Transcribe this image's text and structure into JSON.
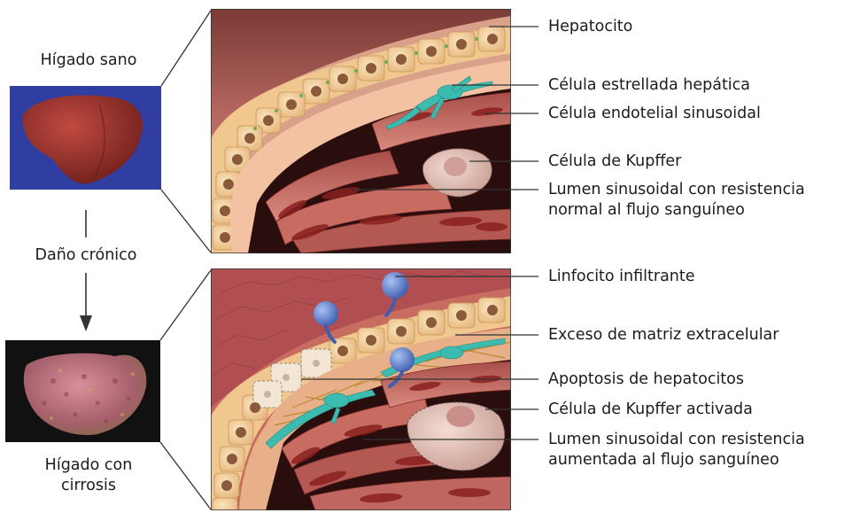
{
  "left": {
    "healthy_title": "Hígado sano",
    "damage_label": "Daño crónico",
    "cirrhosis_title_line1": "Hígado con",
    "cirrhosis_title_line2": "cirrosis"
  },
  "top_panel": {
    "labels": [
      {
        "text": "Hepatocito"
      },
      {
        "text": "Célula estrellada hepática"
      },
      {
        "text": "Célula endotelial sinusoidal"
      },
      {
        "text": "Célula de Kupffer"
      },
      {
        "text": "Lumen sinusoidal con resistencia"
      },
      {
        "text": "normal al flujo sanguíneo"
      }
    ]
  },
  "bottom_panel": {
    "labels": [
      {
        "text": "Linfocito infiltrante"
      },
      {
        "text": "Exceso de matriz extracelular"
      },
      {
        "text": "Apoptosis de hepatocitos"
      },
      {
        "text": "Célula de Kupffer activada"
      },
      {
        "text": "Lumen sinusoidal con resistencia"
      },
      {
        "text": "aumentada al flujo sanguíneo"
      }
    ]
  },
  "colors": {
    "healthy_bg": "#2f3ea0",
    "cirrhosis_bg": "#111111",
    "healthy_liver": "#8e2a26",
    "cirrhotic_liver": "#a8606a",
    "hepatocyte": "#f3d3a0",
    "nucleus": "#8a5a3a",
    "stellate": "#3cbcb0",
    "lymphocyte": "#5c7ed0",
    "tissue": "#b8605c"
  }
}
